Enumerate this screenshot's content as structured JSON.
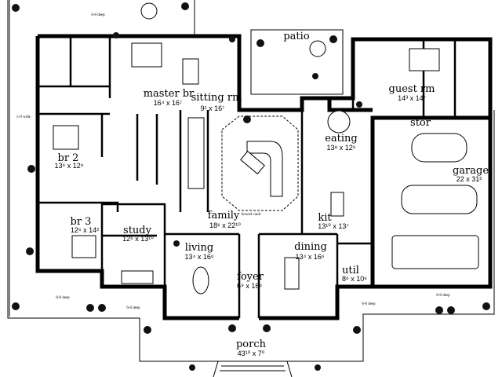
{
  "rooms": {
    "patio": {
      "name": "patio"
    },
    "master": {
      "name": "master br",
      "dims": "16⁴ x 16⁷"
    },
    "sitting": {
      "name": "sitting rm",
      "dims": "9¹ x 16⁷"
    },
    "guest": {
      "name": "guest rm",
      "dims": "14³ x 14⁷"
    },
    "stor": {
      "name": "stor"
    },
    "garage": {
      "name": "garage",
      "dims": "22 x 31²"
    },
    "eating": {
      "name": "eating",
      "dims": "13⁸ x 12⁶"
    },
    "br2": {
      "name": "br 2",
      "dims": "13⁶ x 12⁸"
    },
    "br3": {
      "name": "br 3",
      "dims": "12⁶ x 14²"
    },
    "study": {
      "name": "study",
      "dims": "12⁶ x 13¹⁰"
    },
    "family": {
      "name": "family",
      "dims": "18⁶ x 22¹⁰"
    },
    "kit": {
      "name": "kit",
      "dims": "13¹⁰ x 13⁷"
    },
    "living": {
      "name": "living",
      "dims": "13⁴ x 16⁶"
    },
    "dining": {
      "name": "dining",
      "dims": "13⁴ x 16⁶"
    },
    "foyer": {
      "name": "foyer",
      "dims": "6⁹ x 16⁶"
    },
    "util": {
      "name": "util",
      "dims": "8⁶ x 10⁶"
    },
    "porch": {
      "name": "porch",
      "dims": "43¹⁰ x 7⁰"
    }
  },
  "notes": {
    "bowed_vault": "bowed vault",
    "wide": "5-9 wide",
    "deep6_top": "6-0 deep",
    "deep8_left": "8-0 deep",
    "deep6_left": "6-0 deep",
    "deep6_right": "6-0 deep",
    "deep8_right": "8-0 deep"
  }
}
